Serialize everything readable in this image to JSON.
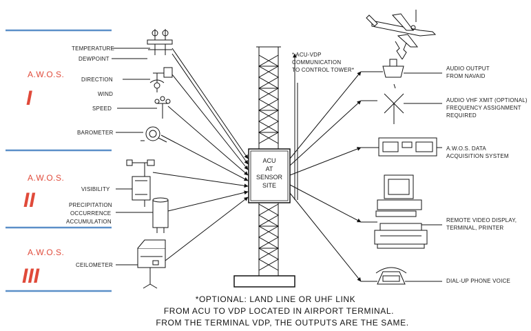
{
  "awos_sections": [
    {
      "title": "A.W.O.S.",
      "numeral": "I"
    },
    {
      "title": "A.W.O.S.",
      "numeral": "II"
    },
    {
      "title": "A.W.O.S.",
      "numeral": "III"
    }
  ],
  "sensors": {
    "temperature": "TEMPERATURE",
    "dewpoint": "DEWPOINT",
    "direction": "DIRECTION",
    "wind": "WIND",
    "speed": "SPEED",
    "barometer": "BAROMETER",
    "visibility": "VISIBILITY",
    "precip_1": "PRECIPITATION",
    "precip_2": "OCCURRENCE",
    "precip_3": "ACCUMULATION",
    "ceilometer": "CEILOMETER"
  },
  "acu": [
    "ACU",
    "AT",
    "SENSOR",
    "SITE"
  ],
  "tower_note": [
    "* ACU-VDP",
    "COMMUNICATION",
    "TO CONTROL TOWER*"
  ],
  "outputs": {
    "audio_1": "AUDIO OUTPUT",
    "audio_2": "FROM NAVAID",
    "vhf_1": "AUDIO VHF XMIT (OPTIONAL)",
    "vhf_2": "FREQUENCY ASSIGNMENT",
    "vhf_3": "REQUIRED",
    "daq_1": "A.W.O.S. DATA",
    "daq_2": "ACQUISITION SYSTEM",
    "rvd_1": "REMOTE VIDEO DISPLAY,",
    "rvd_2": "TERMINAL, PRINTER",
    "phone": "DIAL-UP PHONE VOICE"
  },
  "footer": [
    "*OPTIONAL: LAND LINE OR UHF LINK",
    "FROM ACU TO VDP LOCATED IN AIRPORT TERMINAL.",
    "FROM THE TERMINAL VDP, THE OUTPUTS ARE THE SAME."
  ],
  "colors": {
    "accent": "#e04a3a",
    "divider": "#5a8fc8",
    "ink": "#111111"
  }
}
